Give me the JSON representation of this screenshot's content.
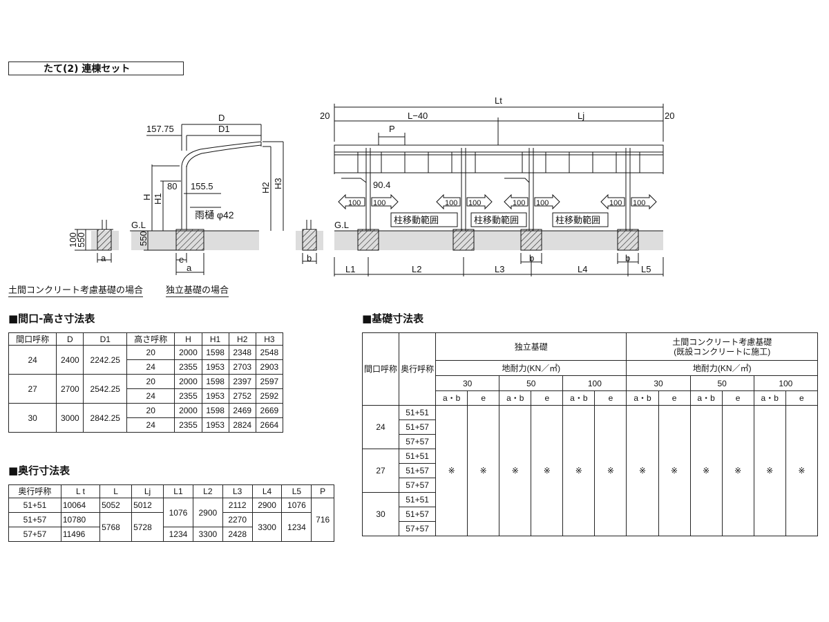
{
  "title": "たて(2) 連棟セット",
  "captions": {
    "doma": "土間コンクリート考慮基礎の場合",
    "dokuritsu": "独立基礎の場合"
  },
  "side_view": {
    "D": "D",
    "D1": "D1",
    "offset": "157.75",
    "H": "H",
    "H1": "H1",
    "H2": "H2",
    "H3": "H3",
    "dim80": "80",
    "dim155": "155.5",
    "gutter": "雨樋 φ42",
    "gl": "G.L",
    "d100": "100",
    "d550a": "550",
    "d550b": "550",
    "a": "a",
    "e": "e",
    "a2": "a"
  },
  "front_view": {
    "Lt": "Lt",
    "L40": "L−40",
    "Lj": "Lj",
    "twenty_left": "20",
    "twenty_right": "20",
    "P": "P",
    "d904": "90.4",
    "hundred": "100",
    "range": "柱移動範囲",
    "gl": "G.L",
    "b_left": "b",
    "b1": "b",
    "b2": "b",
    "L1": "L1",
    "L2": "L2",
    "L3": "L3",
    "L4": "L4",
    "L5": "L5"
  },
  "table_height": {
    "heading": "■間口-高さ寸法表",
    "headers": [
      "間口呼称",
      "D",
      "D1",
      "高さ呼称",
      "H",
      "H1",
      "H2",
      "H3"
    ],
    "groups": [
      {
        "maguchi": "24",
        "D": "2400",
        "D1": "2242.25",
        "rows": [
          [
            "20",
            "2000",
            "1598",
            "2348",
            "2548"
          ],
          [
            "24",
            "2355",
            "1953",
            "2703",
            "2903"
          ]
        ]
      },
      {
        "maguchi": "27",
        "D": "2700",
        "D1": "2542.25",
        "rows": [
          [
            "20",
            "2000",
            "1598",
            "2397",
            "2597"
          ],
          [
            "24",
            "2355",
            "1953",
            "2752",
            "2592"
          ]
        ]
      },
      {
        "maguchi": "30",
        "D": "3000",
        "D1": "2842.25",
        "rows": [
          [
            "20",
            "2000",
            "1598",
            "2469",
            "2669"
          ],
          [
            "24",
            "2355",
            "1953",
            "2824",
            "2664"
          ]
        ]
      }
    ]
  },
  "table_depth": {
    "heading": "■奥行寸法表",
    "headers": [
      "奥行呼称",
      "L t",
      "L",
      "Lj",
      "L1",
      "L2",
      "L3",
      "L4",
      "L5",
      "P"
    ],
    "r1": {
      "name": "51+51",
      "Lt": "10064",
      "L": "5052",
      "Lj": "5012",
      "L1": "1076",
      "L2": "2900",
      "L3": "2112",
      "L4": "2900",
      "L5": "1076",
      "P": "716"
    },
    "r2": {
      "name": "51+57",
      "Lt": "10780",
      "L": "5768",
      "Lj": "5728",
      "L3": "2270"
    },
    "r3": {
      "name": "57+57",
      "Lt": "11496",
      "L1": "1234",
      "L2": "3300",
      "L3": "2428",
      "L4": "3300",
      "L5": "1234"
    }
  },
  "table_found": {
    "heading": "■基礎寸法表",
    "h_maguchi": "間口呼称",
    "h_okuyuki": "奥行呼称",
    "h_dokuritsu": "独立基礎",
    "h_doma_1": "土間コンクリート考慮基礎",
    "h_doma_2": "(既設コンクリートに施工)",
    "h_taishoku": "地耐力(KN／㎡)",
    "strengths": [
      "30",
      "50",
      "100",
      "30",
      "50",
      "100"
    ],
    "sub": [
      "a・b",
      "e",
      "a・b",
      "e",
      "a・b",
      "e",
      "a・b",
      "e",
      "a・b",
      "e",
      "a・b",
      "e"
    ],
    "groups": [
      {
        "maguchi": "24",
        "depths": [
          "51+51",
          "51+57",
          "57+57"
        ]
      },
      {
        "maguchi": "27",
        "depths": [
          "51+51",
          "51+57",
          "57+57"
        ]
      },
      {
        "maguchi": "30",
        "depths": [
          "51+51",
          "51+57",
          "57+57"
        ]
      }
    ],
    "mark": "※"
  }
}
